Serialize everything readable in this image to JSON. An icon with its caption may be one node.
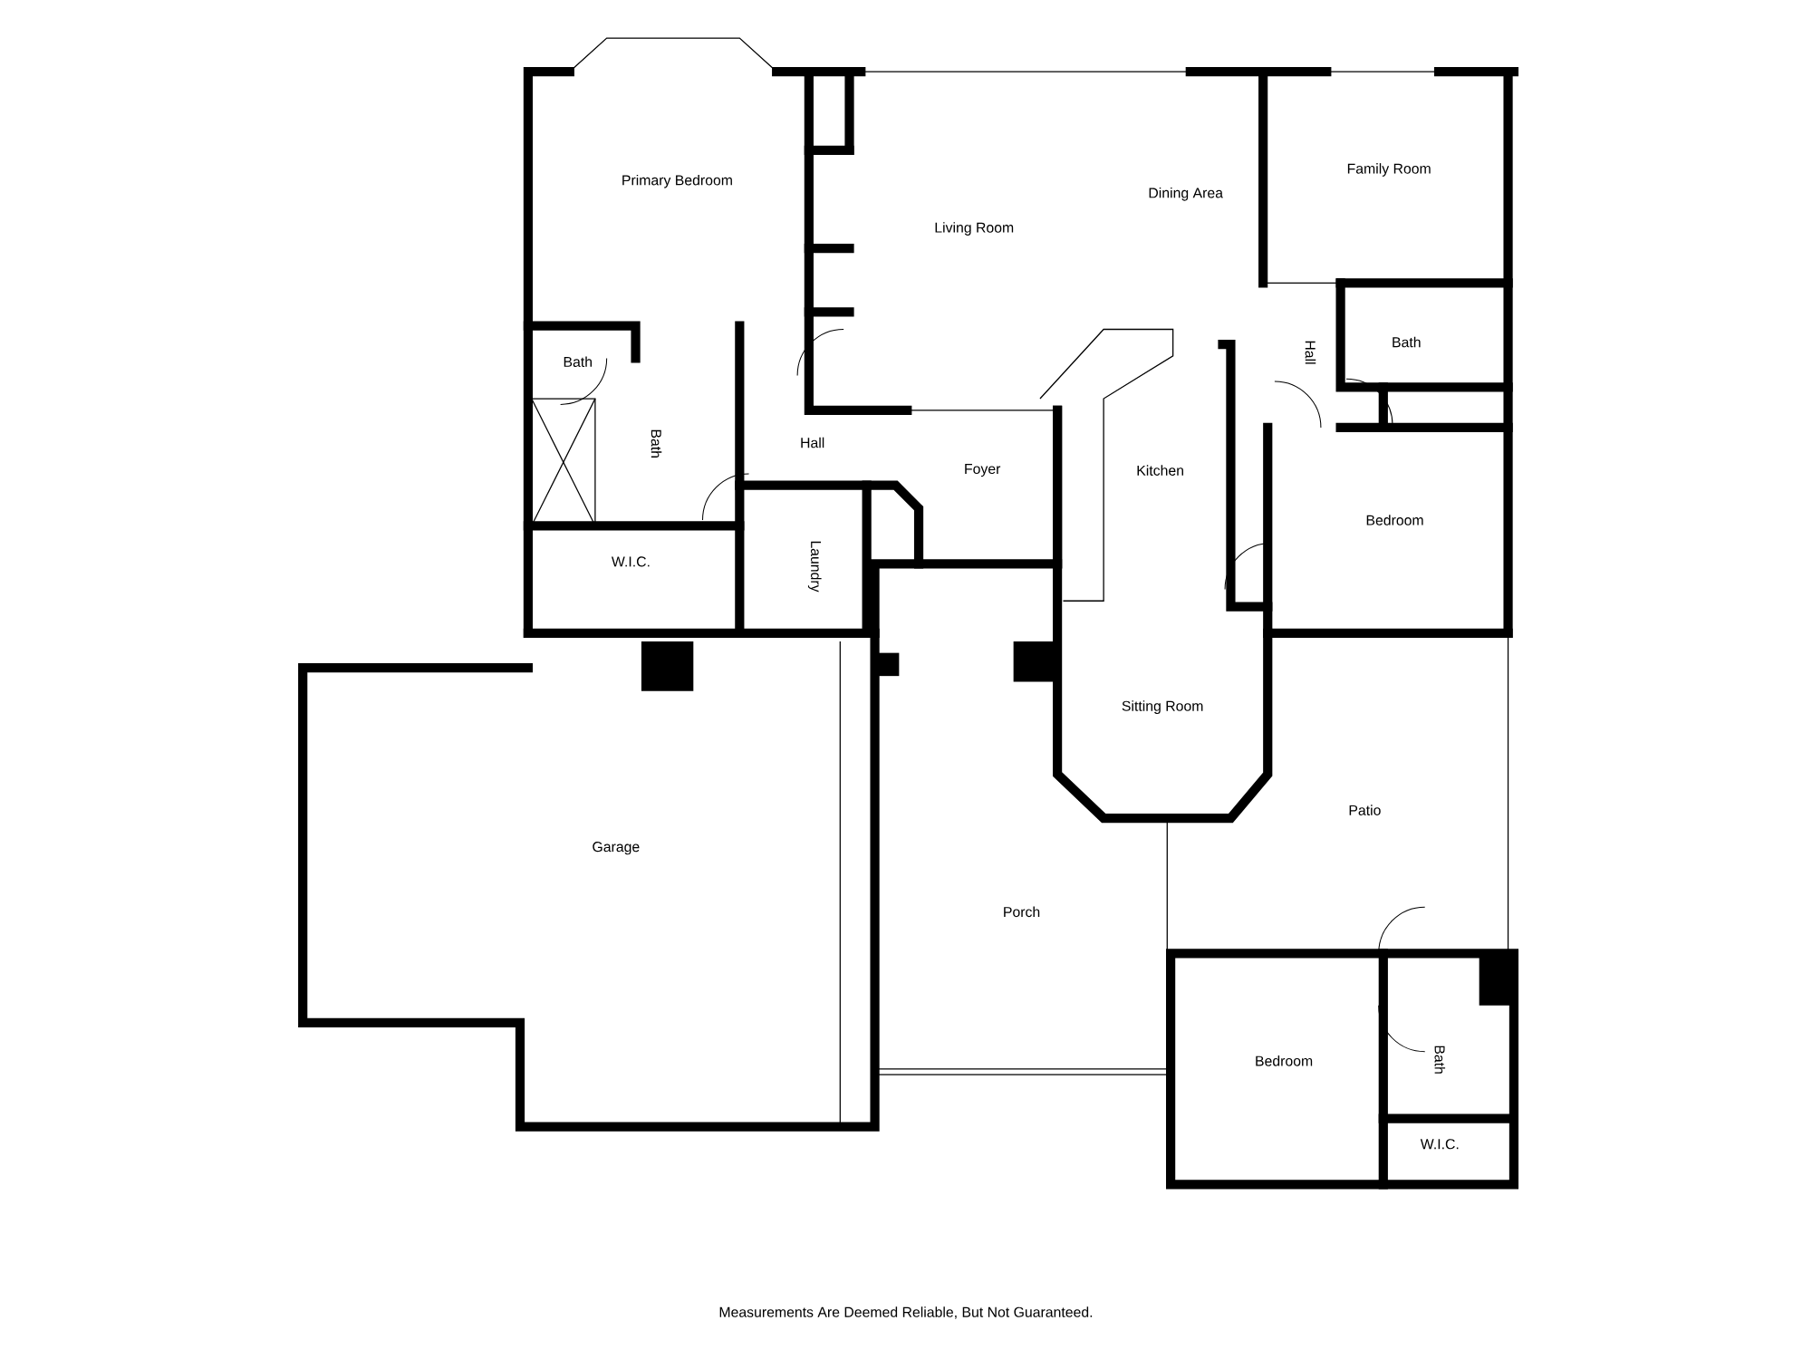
{
  "diagram": {
    "caption": "Measurements Are Deemed Reliable, But Not Guaranteed.",
    "labels": [
      "Primary Bedroom",
      "Living Room",
      "Dining Area",
      "Family Room",
      "Bath",
      "Bath",
      "Hall",
      "Foyer",
      "Kitchen",
      "Hall",
      "Bath",
      "Bedroom",
      "W.I.C.",
      "Laundry",
      "Sitting Room",
      "Patio",
      "Garage",
      "Porch",
      "Bedroom",
      "Bath",
      "W.I.C."
    ]
  }
}
